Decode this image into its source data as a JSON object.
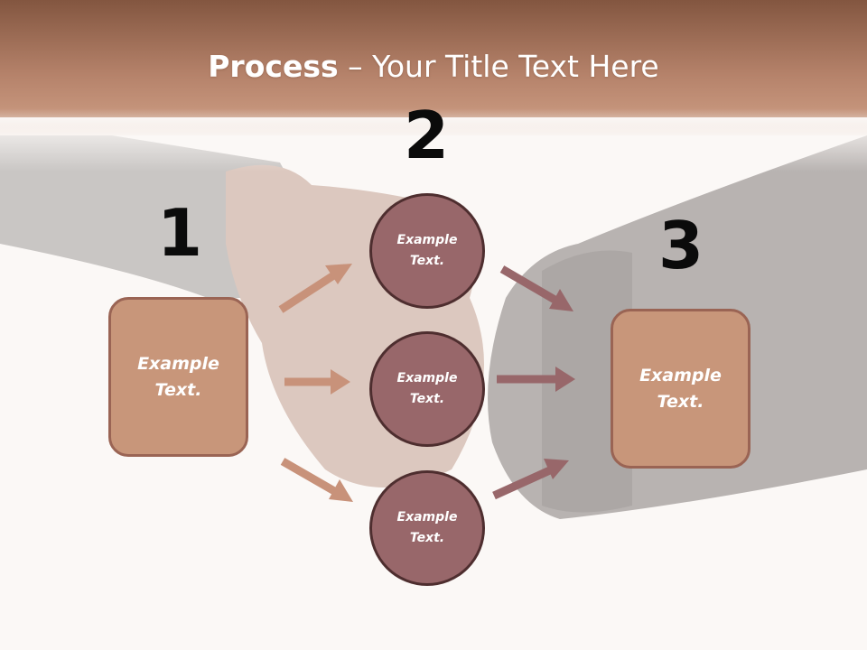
{
  "slide": {
    "title_bold": "Process",
    "title_rest": " – Your Title Text Here",
    "steps": [
      {
        "number": "1",
        "box_text": "Example\nText."
      },
      {
        "number": "2"
      },
      {
        "number": "3",
        "box_text": "Example\nText."
      }
    ],
    "circles": [
      {
        "text": "Example\nText."
      },
      {
        "text": "Example\nText."
      },
      {
        "text": "Example\nText."
      }
    ]
  },
  "colors": {
    "banner_top": "#8a5a46",
    "banner_bottom": "#be8c72",
    "box_fill": "#c8967a",
    "box_border": "#9a6454",
    "circle_fill": "#98676a",
    "circle_border": "#4e2e2f",
    "left_arrows": "#c8927a",
    "right_arrows": "#98676a"
  }
}
